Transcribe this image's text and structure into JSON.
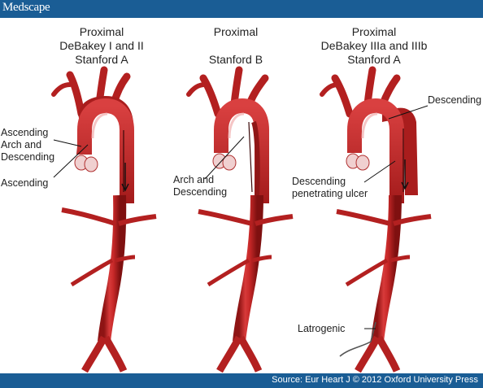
{
  "brand": {
    "logo_text": "Medscape"
  },
  "footer": {
    "source": "Source: Eur Heart J © 2012 Oxford University Press"
  },
  "colors": {
    "header_bar": "#1a5d95",
    "aorta_fill": "#c62828",
    "aorta_dark": "#7f1010",
    "false_lumen": "#a91d1d",
    "highlight": "#f3b7b7"
  },
  "panels": [
    {
      "title_lines": [
        "Proximal",
        "DeBakey I and II",
        "Stanford A"
      ],
      "labels": {
        "ascending_arch_descending": [
          "Ascending",
          "Arch and",
          "Descending"
        ],
        "ascending": [
          "Ascending"
        ]
      }
    },
    {
      "title_lines": [
        "Proximal",
        "",
        "Stanford B"
      ],
      "labels": {
        "arch_and_descending": [
          "Arch and",
          "Descending"
        ]
      }
    },
    {
      "title_lines": [
        "Proximal",
        "DeBakey IIIa and IIIb",
        "Stanford A"
      ],
      "labels": {
        "descending": [
          "Descending"
        ],
        "descending_penetrating_ulcer": [
          "Descending",
          "penetrating ulcer"
        ],
        "latrogenic": [
          "Latrogenic"
        ]
      }
    }
  ]
}
